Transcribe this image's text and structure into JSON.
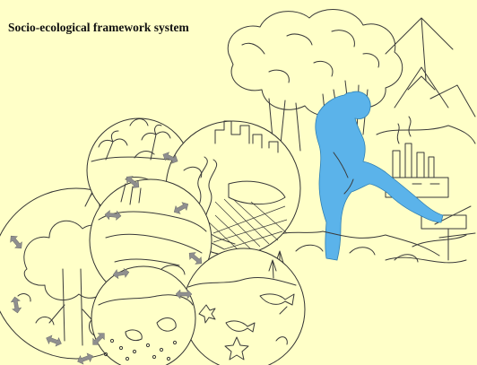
{
  "title": "Socio-ecological framework system",
  "colors": {
    "background": "#ffffc8",
    "figure": "#5bb3ea",
    "arrows": "#8f8f8f",
    "lineart": "#3a3a3a"
  },
  "icons": [
    "human-figure",
    "double-headed-arrow",
    "ecosystem-circle",
    "forest-tree",
    "factory",
    "city-skyline",
    "fish",
    "starfish",
    "palm-tree"
  ]
}
